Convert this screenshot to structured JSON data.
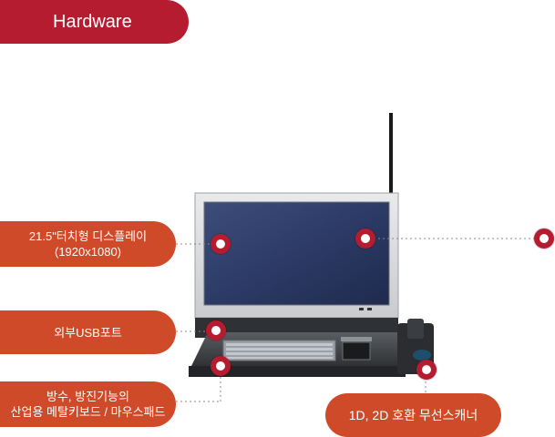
{
  "header": {
    "title": "Hardware"
  },
  "callouts": {
    "display": {
      "line1": "21.5\"터치형 디스플레이",
      "line2": "(1920x1080)"
    },
    "usb": {
      "label": "외부USB포트"
    },
    "keyboard": {
      "line1": "방수, 방진기능의",
      "line2": "산업용 메탈키보드 / 마우스패드"
    },
    "scanner": {
      "label": "1D, 2D 호환 무선스캐너"
    }
  },
  "colors": {
    "accent": "#b51c2f",
    "label_bg": "#cf4a29"
  }
}
